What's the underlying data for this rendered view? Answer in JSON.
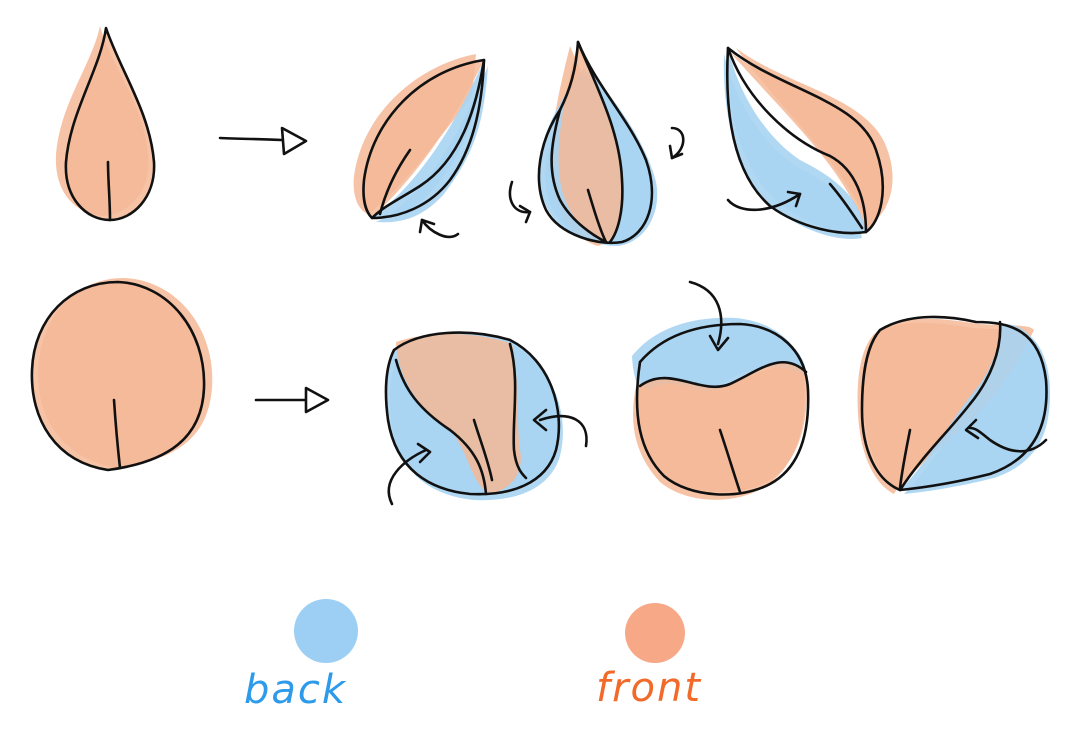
{
  "colors": {
    "front": "#F5B896",
    "back": "#A9D4F2",
    "outline": "#111111",
    "front_swatch": "#F7A887",
    "back_swatch": "#9CCFF3",
    "front_text": "#F26A2A",
    "back_text": "#2E9BEA"
  },
  "legend": {
    "back_label": "back",
    "front_label": "front"
  },
  "rows": [
    {
      "name": "pointed-petal",
      "original": 1,
      "folded_variants": 3
    },
    {
      "name": "round-petal",
      "original": 1,
      "folded_variants": 3
    }
  ]
}
